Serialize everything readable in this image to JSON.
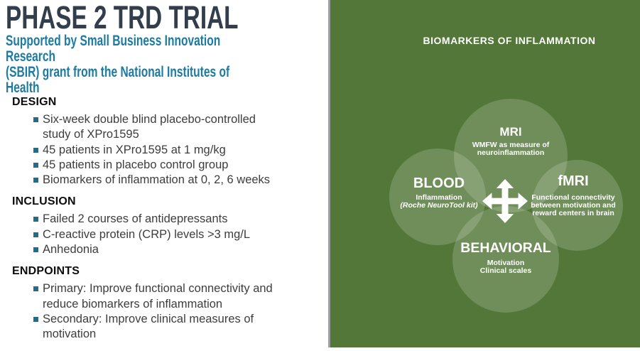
{
  "colors": {
    "panel_green": "#527738",
    "title_navy": "#333e4d",
    "subtitle_teal": "#1b7ba3",
    "bullet_teal": "#226b8a",
    "body_text": "#3d3d3d",
    "divider_gray": "#9ca0a3",
    "diagram_text": "#ffffff",
    "circle_fill": "rgba(255,255,255,0.17)"
  },
  "left": {
    "title": "PHASE 2 TRD TRIAL",
    "subtitle": "Supported by Small Business Innovation Research\n(SBIR) grant from the National Institutes of Health",
    "sections": [
      {
        "title": "DESIGN",
        "items": [
          "Six-week double blind placebo-controlled\nstudy of XPro1595",
          "45 patients in XPro1595 at 1 mg/kg",
          "45 patients in placebo control group",
          "Biomarkers of inflammation at 0, 2, 6 weeks"
        ]
      },
      {
        "title": "INCLUSION",
        "items": [
          "Failed 2 courses of antidepressants",
          "C-reactive protein (CRP) levels >3 mg/L",
          "Anhedonia"
        ]
      },
      {
        "title": "ENDPOINTS",
        "items": [
          "Primary: Improve functional connectivity and\nreduce biomarkers of inflammation",
          "Secondary: Improve clinical measures of\nmotivation"
        ]
      }
    ]
  },
  "right": {
    "title": "BIOMARKERS OF INFLAMMATION",
    "center_icon": "four-way-arrow",
    "venn": {
      "mri": {
        "title": "MRI",
        "sub": "WMFW as measure of\nneuroinflammation"
      },
      "blood": {
        "title": "BLOOD",
        "sub": "Inflammation",
        "sub_italic": "(Roche NeuroTool kit)"
      },
      "fmri": {
        "title": "fMRI",
        "sub": "Functional connectivity\nbetween motivation and\nreward centers in brain"
      },
      "behavioral": {
        "title": "BEHAVIORAL",
        "sub": "Motivation\nClinical scales"
      }
    }
  }
}
